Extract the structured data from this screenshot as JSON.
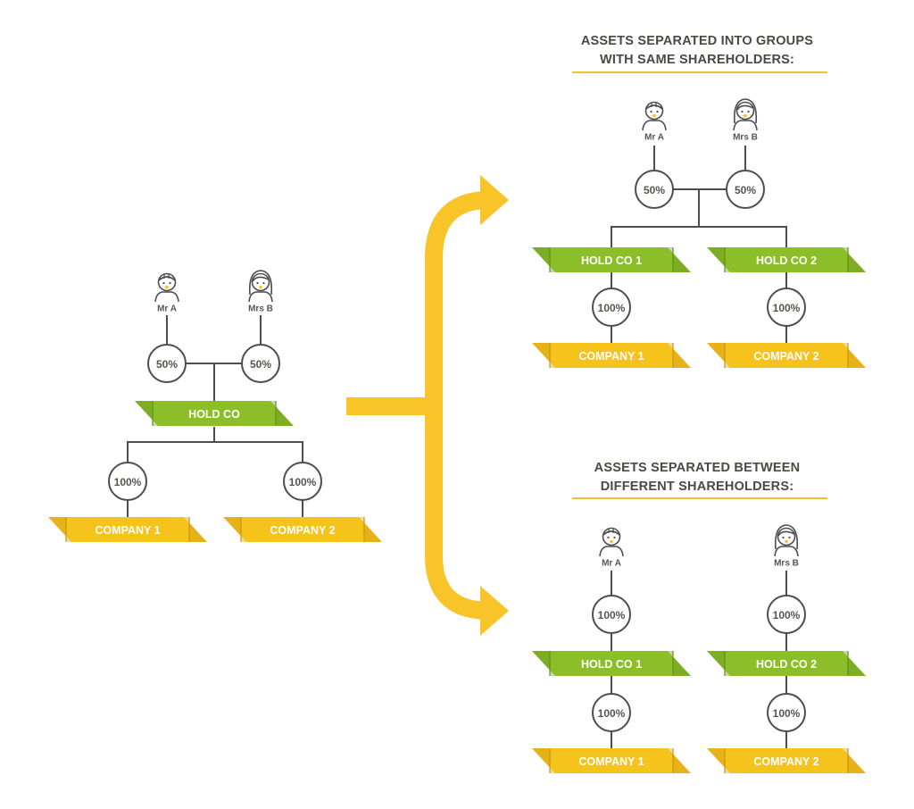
{
  "headings": {
    "top": {
      "line1": "ASSETS SEPARATED INTO GROUPS",
      "line2": "WITH SAME SHAREHOLDERS:"
    },
    "bottom": {
      "line1": "ASSETS SEPARATED BETWEEN",
      "line2": "DIFFERENT SHAREHOLDERS:"
    }
  },
  "original": {
    "person_a": "Mr A",
    "person_b": "Mrs B",
    "share_a": "50%",
    "share_b": "50%",
    "holdco": "HOLD CO",
    "share_c1": "100%",
    "share_c2": "100%",
    "company1": "COMPANY 1",
    "company2": "COMPANY 2"
  },
  "same_shareholders": {
    "person_a": "Mr A",
    "person_b": "Mrs B",
    "share_a": "50%",
    "share_b": "50%",
    "holdco1": "HOLD CO 1",
    "holdco2": "HOLD CO 2",
    "share_c1": "100%",
    "share_c2": "100%",
    "company1": "COMPANY 1",
    "company2": "COMPANY 2"
  },
  "different_shareholders": {
    "person_a": "Mr A",
    "person_b": "Mrs B",
    "share_a": "100%",
    "share_b": "100%",
    "holdco1": "HOLD CO 1",
    "holdco2": "HOLD CO 2",
    "share_c1": "100%",
    "share_c2": "100%",
    "company1": "COMPANY 1",
    "company2": "COMPANY 2"
  },
  "colors": {
    "green": "#8cbe2a",
    "green_dark": "#5f8f1a",
    "yellow": "#f6c21c",
    "yellow_dark": "#c9950f",
    "arrow": "#f8c427",
    "line": "#4d4d4d",
    "text_dark": "#4a4a44"
  }
}
